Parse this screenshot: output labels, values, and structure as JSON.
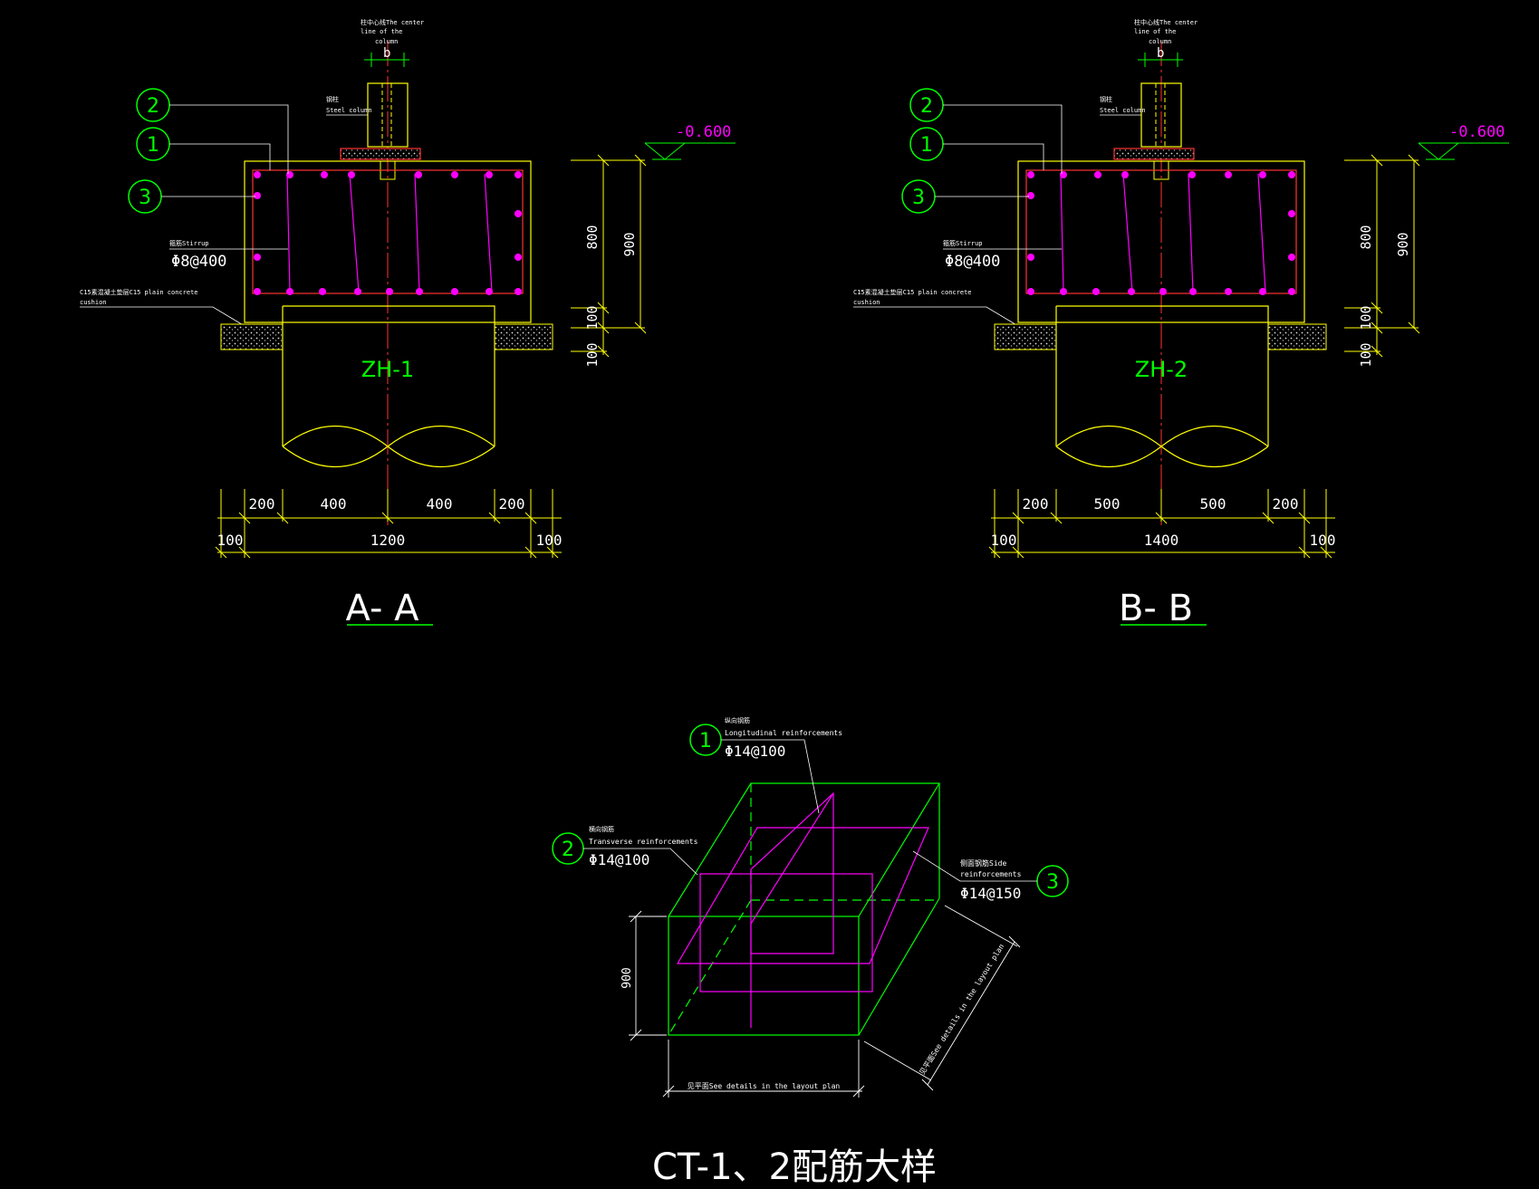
{
  "colors": {
    "background": "#000000",
    "concrete_outline": "#ffff00",
    "dimension": "#ffff00",
    "rebar": "#ff00ff",
    "leader": "#ffffff",
    "callout": "#00ff00",
    "centerline": "#ff0000",
    "steel_column": "#ffff00",
    "base_plate": "#ff3333",
    "elevation": "#ff00ff",
    "cage": "#00ff00"
  },
  "section_a": {
    "title": "A- A",
    "pile_label": "ZH-1",
    "column_note": "柱中心线The center line of the column",
    "column_note_l1": "柱中心线The center",
    "column_note_l2": "line of the",
    "column_note_l3": "column",
    "b_label": "b",
    "steel_column_l1": "钢柱",
    "steel_column_l2": "Steel column",
    "elevation": "-0.600",
    "stirrup_l1": "箍筋Stirrup",
    "stirrup_spec": "Φ8@400",
    "cushion_l1": "C15素混凝土垫层C15 plain concrete",
    "cushion_l2": "cushion",
    "callouts": [
      "2",
      "1",
      "3"
    ],
    "vdims": {
      "d800": "800",
      "d900": "900",
      "d100a": "100",
      "d100b": "100"
    },
    "hdims_top": [
      "200",
      "400",
      "400",
      "200"
    ],
    "hdims_bottom": [
      "100",
      "1200",
      "100"
    ]
  },
  "section_b": {
    "title": "B- B",
    "pile_label": "ZH-2",
    "column_note_l1": "柱中心线The center",
    "column_note_l2": "line of the",
    "column_note_l3": "column",
    "b_label": "b",
    "steel_column_l1": "钢柱",
    "steel_column_l2": "Steel column",
    "elevation": "-0.600",
    "stirrup_l1": "箍筋Stirrup",
    "stirrup_spec": "Φ8@400",
    "cushion_l1": "C15素混凝土垫层C15 plain concrete",
    "cushion_l2": "cushion",
    "callouts": [
      "2",
      "1",
      "3"
    ],
    "vdims": {
      "d800": "800",
      "d900": "900",
      "d100a": "100",
      "d100b": "100"
    },
    "hdims_top": [
      "200",
      "500",
      "500",
      "200"
    ],
    "hdims_bottom": [
      "100",
      "1400",
      "100"
    ]
  },
  "detail": {
    "title": "CT-1、2配筋大样",
    "callout_1": "1",
    "callout_2": "2",
    "callout_3": "3",
    "long_l1": "纵向钢筋",
    "long_l2": "Longitudinal reinforcements",
    "long_spec": "Φ14@100",
    "trans_l1": "横向钢筋",
    "trans_l2": "Transverse reinforcements",
    "trans_spec": "Φ14@100",
    "side_l1": "侧面钢筋Side",
    "side_l2": "reinforcements",
    "side_spec": "Φ14@150",
    "height_dim": "900",
    "width_note": "见平面See details in the layout plan",
    "depth_note": "见平面See details in the layout plan"
  }
}
